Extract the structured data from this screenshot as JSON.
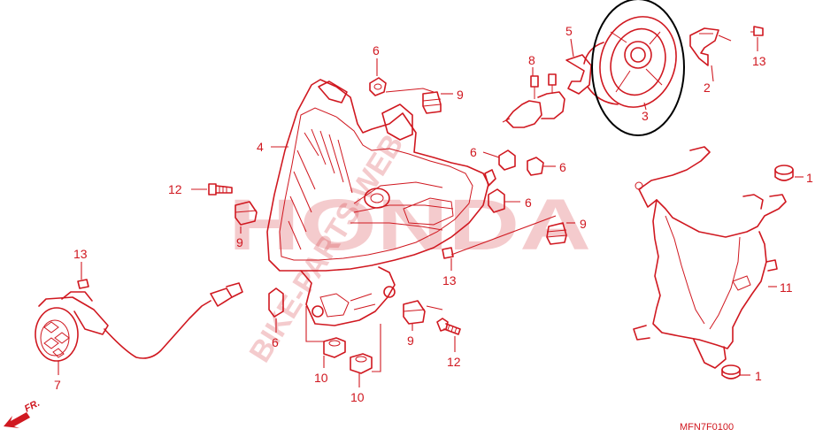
{
  "diagram": {
    "code": "MFN7F0100",
    "front_marker": "FR.",
    "watermark_brand": "HONDA",
    "watermark_site": "BIKE-PARTS-WEB",
    "accent_color": "#d01820",
    "callouts": {
      "c1a": "1",
      "c1b": "1",
      "c2": "2",
      "c3": "3",
      "c4": "4",
      "c5": "5",
      "c6a": "6",
      "c6b": "6",
      "c6c": "6",
      "c6d": "6",
      "c6e": "6",
      "c7": "7",
      "c8": "8",
      "c9a": "9",
      "c9b": "9",
      "c9c": "9",
      "c9d": "9",
      "c10a": "10",
      "c10b": "10",
      "c11": "11",
      "c12a": "12",
      "c12b": "12",
      "c13a": "13",
      "c13b": "13",
      "c13c": "13"
    }
  }
}
